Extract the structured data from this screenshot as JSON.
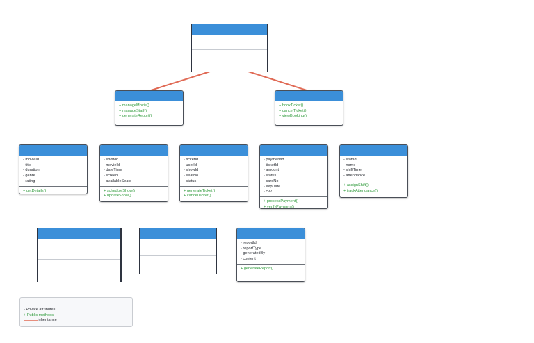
{
  "colors": {
    "header": "#3b8fd9",
    "attribute_text": "#2a2d33",
    "method_text": "#2e9a3a",
    "inheritance": "#e06a55"
  },
  "classes": {
    "admin": {
      "attributes": [],
      "methods": [
        "+ manageMovie()",
        "+ manageStaff()",
        "+ generateReport()"
      ]
    },
    "customer": {
      "attributes": [],
      "methods": [
        "+ bookTicket()",
        "+ cancelTicket()",
        "+ viewBooking()"
      ]
    },
    "movie": {
      "attributes": [
        "- movieId",
        "- title",
        "- duration",
        "- genre",
        "- rating"
      ],
      "methods": [
        "+ getDetails()"
      ]
    },
    "show": {
      "attributes": [
        "- showId",
        "- movieId",
        "- dateTime",
        "- screen",
        "- availableSeats"
      ],
      "methods": [
        "+ scheduleShow()",
        "+ updateShow()"
      ]
    },
    "ticket": {
      "attributes": [
        "- ticketId",
        "- userId",
        "- showId",
        "- seatNo",
        "- status"
      ],
      "methods": [
        "+ generateTicket()",
        "+ cancelTicket()"
      ]
    },
    "payment": {
      "attributes": [
        "- paymentId",
        "- ticketId",
        "- amount",
        "- status",
        "- cardNo",
        "- expDate",
        "- cvv"
      ],
      "methods": [
        "+ processPayment()",
        "+ verifyPayment()"
      ]
    },
    "staff": {
      "attributes": [
        "- staffId",
        "- name",
        "- shiftTime",
        "- attendance"
      ],
      "methods": [
        "+ assignShift()",
        "+ trackAttendance()"
      ]
    },
    "report": {
      "attributes": [
        "- reportId",
        "- reportType",
        "- generatedBy",
        "- content"
      ],
      "methods": [
        "+ generateReport()"
      ]
    }
  },
  "legend": {
    "private_label": "- Private attributes",
    "public_label": "+ Public methods",
    "inheritance_label": "Inheritance"
  }
}
